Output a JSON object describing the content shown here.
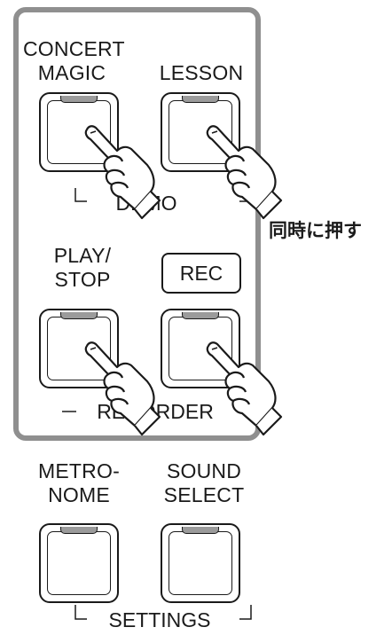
{
  "demo_group": {
    "concert_magic": [
      "CONCERT",
      "MAGIC"
    ],
    "lesson": "LESSON",
    "group_label": "DEMO"
  },
  "recorder_group": {
    "play_stop": [
      "PLAY/",
      "STOP"
    ],
    "rec": "REC",
    "group_label": "RECORDER"
  },
  "side_note": "同時に押す",
  "settings_group": {
    "metronome": [
      "METRO-",
      "NOME"
    ],
    "sound_select": [
      "SOUND",
      "SELECT"
    ],
    "group_label": "SETTINGS"
  },
  "colors": {
    "frame": "#8f8f8f",
    "led": "#9b9b9b",
    "ink": "#1a1a1a"
  },
  "icons": [
    "pressing-hand-icon"
  ]
}
